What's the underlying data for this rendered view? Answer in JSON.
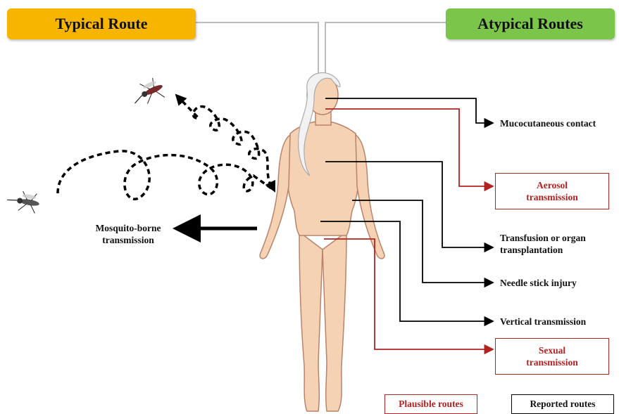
{
  "header": {
    "typical": "Typical Route",
    "atypical": "Atypical Routes"
  },
  "routes": {
    "mosquito_line1": "Mosquito-borne",
    "mosquito_line2": "transmission",
    "mucocutaneous": "Mucocutaneous contact",
    "aerosol_line1": "Aerosol",
    "aerosol_line2": "transmission",
    "transfusion_line1": "Transfusion or organ",
    "transfusion_line2": "transplantation",
    "needle": "Needle stick injury",
    "vertical": "Vertical transmission",
    "sexual_line1": "Sexual",
    "sexual_line2": "transmission"
  },
  "legend": {
    "plausible": "Plausible routes",
    "reported": "Reported routes"
  },
  "colors": {
    "typical_bg": "#f8b500",
    "atypical_bg": "#7ac54a",
    "plausible": "#b22222",
    "reported": "#000000",
    "skin": "#f6d2b4"
  },
  "icons": [
    "mosquito-icon",
    "mosquito-icon",
    "human-body-figure"
  ]
}
